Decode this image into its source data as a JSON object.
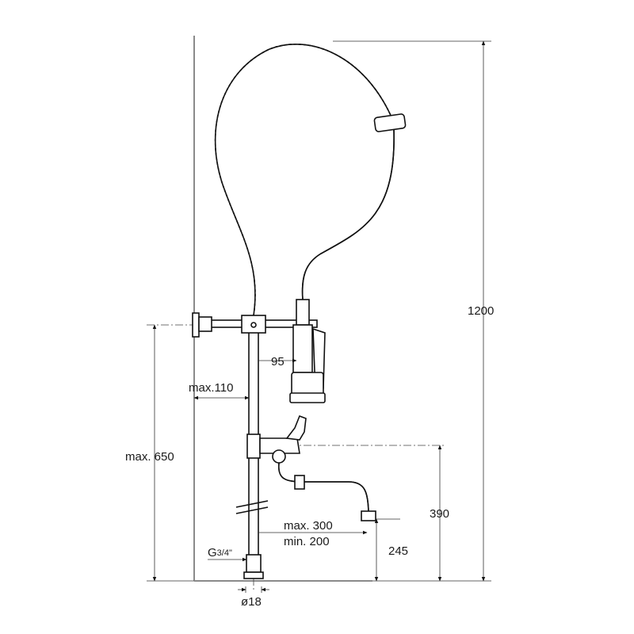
{
  "dimensions": {
    "total_height": "1200",
    "max_mount_height": "max. 650",
    "wall_offset": "max.110",
    "spray_offset": "95",
    "spout_height": "390",
    "spout_reach_max": "max. 300",
    "spout_reach_min": "min. 200",
    "spout_outlet_height": "245",
    "thread": "G",
    "thread_fraction": "3/4\"",
    "pipe_diameter": "ø18"
  },
  "colors": {
    "line": "#111111",
    "wall": "#8a8a8a",
    "background": "#ffffff"
  }
}
